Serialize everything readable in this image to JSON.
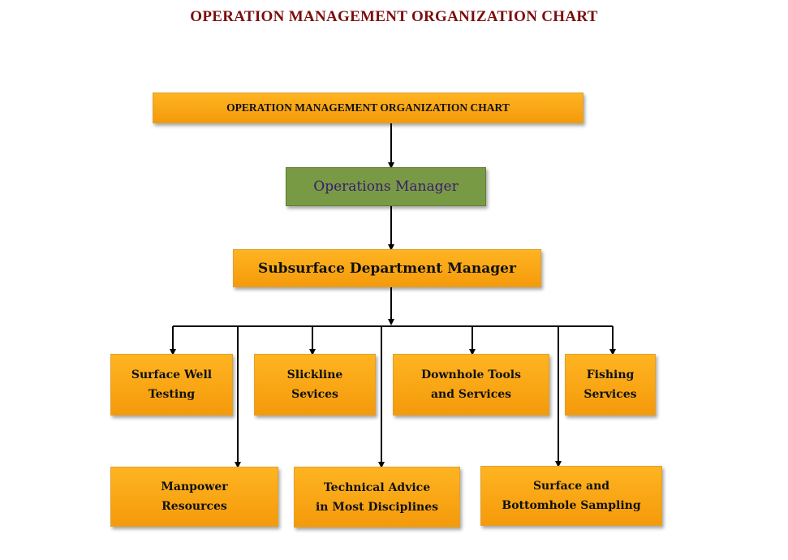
{
  "page_title": "OPERATION MANAGEMENT ORGANIZATION CHART",
  "top_box": "OPERATION MANAGEMENT ORGANIZATION CHART",
  "operations_manager": "Operations Manager",
  "department_manager": "Subsurface Department Manager",
  "units_row1": [
    "Surface Well\nTesting",
    "Slickline\nSevices",
    "Downhole Tools\nand Services",
    "Fishing\nServices"
  ],
  "units_row2": [
    "Manpower\nResources",
    "Technical Advice\nin Most Disciplines",
    "Surface and\nBottomhole Sampling"
  ],
  "colors": {
    "title": "#7b0d0d",
    "box_fill": "#f9a815",
    "manager_fill": "#799a45",
    "manager_text": "#3b1a6e",
    "connector": "#000000"
  }
}
